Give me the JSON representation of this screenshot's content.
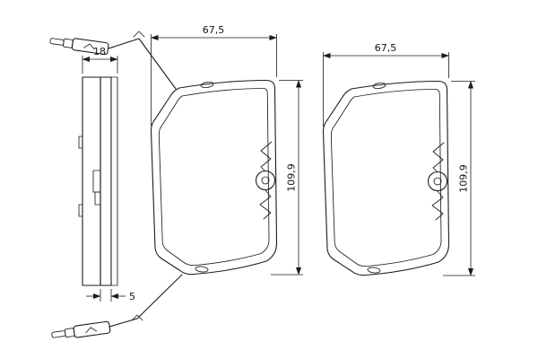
{
  "drawing": {
    "subject": "disc-brake-pad-set-technical-drawing",
    "background_color": "#ffffff",
    "line_color": "#1c1c1c"
  },
  "side_view": {
    "overall_width": "18",
    "backplate_thickness": "5"
  },
  "front_view_a": {
    "width": "67,5",
    "height": "109,9"
  },
  "front_view_b": {
    "width": "67,5",
    "height": "109,9"
  }
}
